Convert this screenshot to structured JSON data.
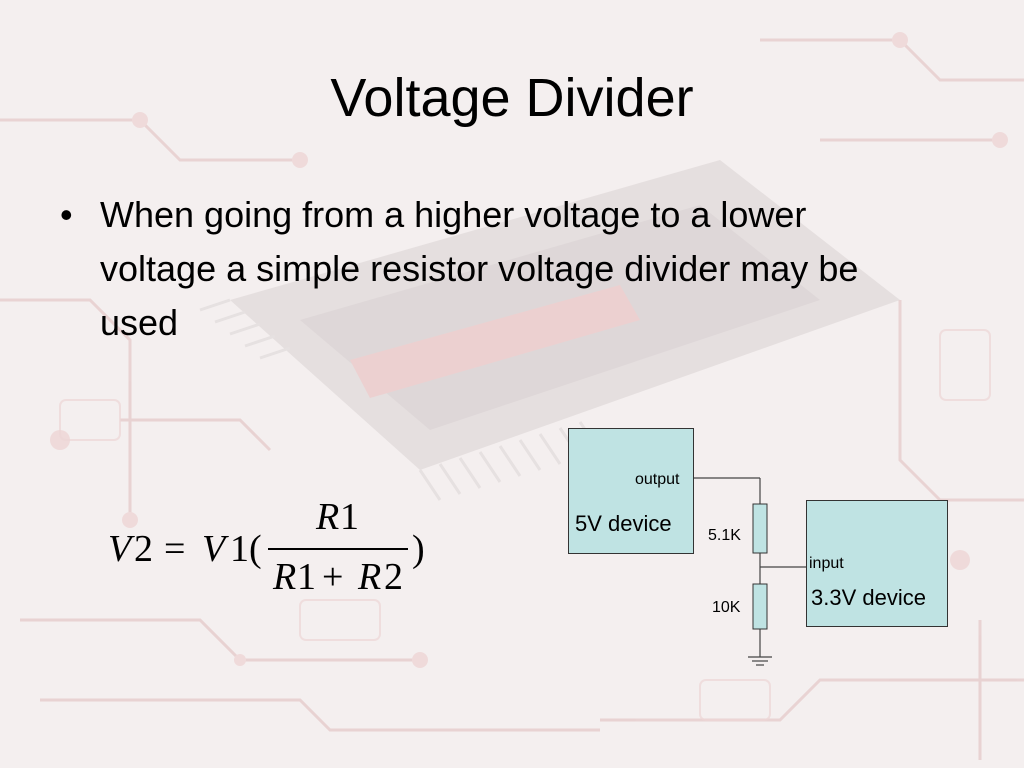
{
  "slide": {
    "title": "Voltage Divider",
    "bullet_symbol": "•",
    "bullet_text": "When going from a higher voltage to a lower voltage a simple resistor voltage divider may be used"
  },
  "formula": {
    "lhs_var": "V",
    "lhs_num": "2",
    "equals": "=",
    "rhs_var": "V",
    "rhs_num": "1(",
    "numerator_var": "R",
    "numerator_num": "1",
    "denominator_var1": "R",
    "denominator_num1": "1",
    "plus": "+",
    "denominator_var2": "R",
    "denominator_num2": "2",
    "close_paren": ")"
  },
  "circuit": {
    "source_device": "5V device",
    "source_port": "output",
    "resistor_top": "5.1K",
    "resistor_bottom": "10K",
    "target_port": "input",
    "target_device": "3.3V device"
  },
  "colors": {
    "device_fill": "#bfe3e3",
    "background": "#f4efef",
    "background_accent": "#e8c8c8"
  }
}
